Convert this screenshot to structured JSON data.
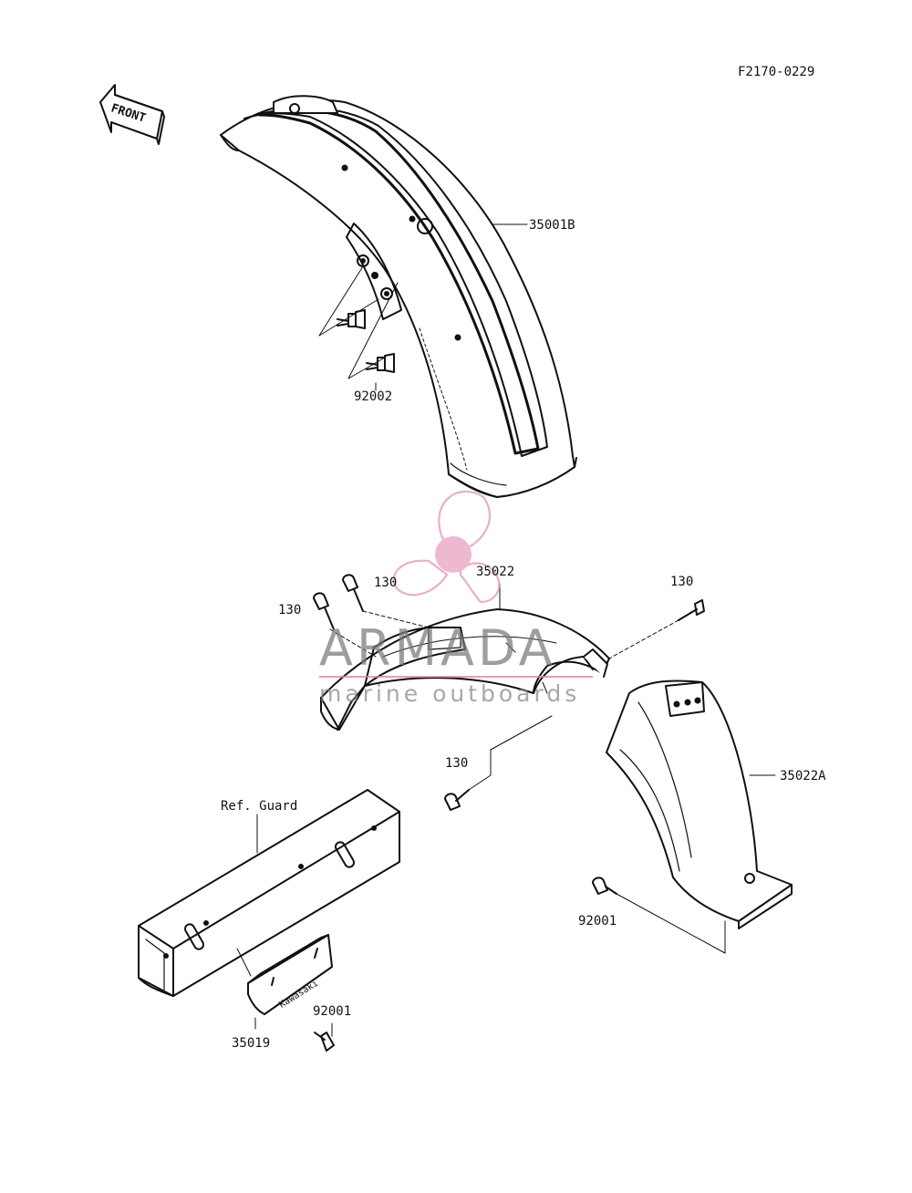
{
  "diagram_code": "F2170-0229",
  "front_arrow_label": "FRONT",
  "watermark": {
    "title": "ARMADA",
    "subtitle": "marine outboards",
    "logo_color": "#e8a6c4",
    "text_color": "#8c8c8c"
  },
  "callouts": {
    "front_fender": "35001B",
    "front_fender_bolt": "92002",
    "rear_fender_front": "35022",
    "rear_fender_rear": "35022A",
    "bolt_a": "130",
    "bolt_b": "130",
    "bolt_c": "130",
    "bolt_d": "130",
    "ref_guard": "Ref. Guard",
    "bracket": "35019",
    "bracket_bolt": "92001",
    "rear_fender_bolt": "92001"
  },
  "bracket_emblem_text": "Kawasaki"
}
